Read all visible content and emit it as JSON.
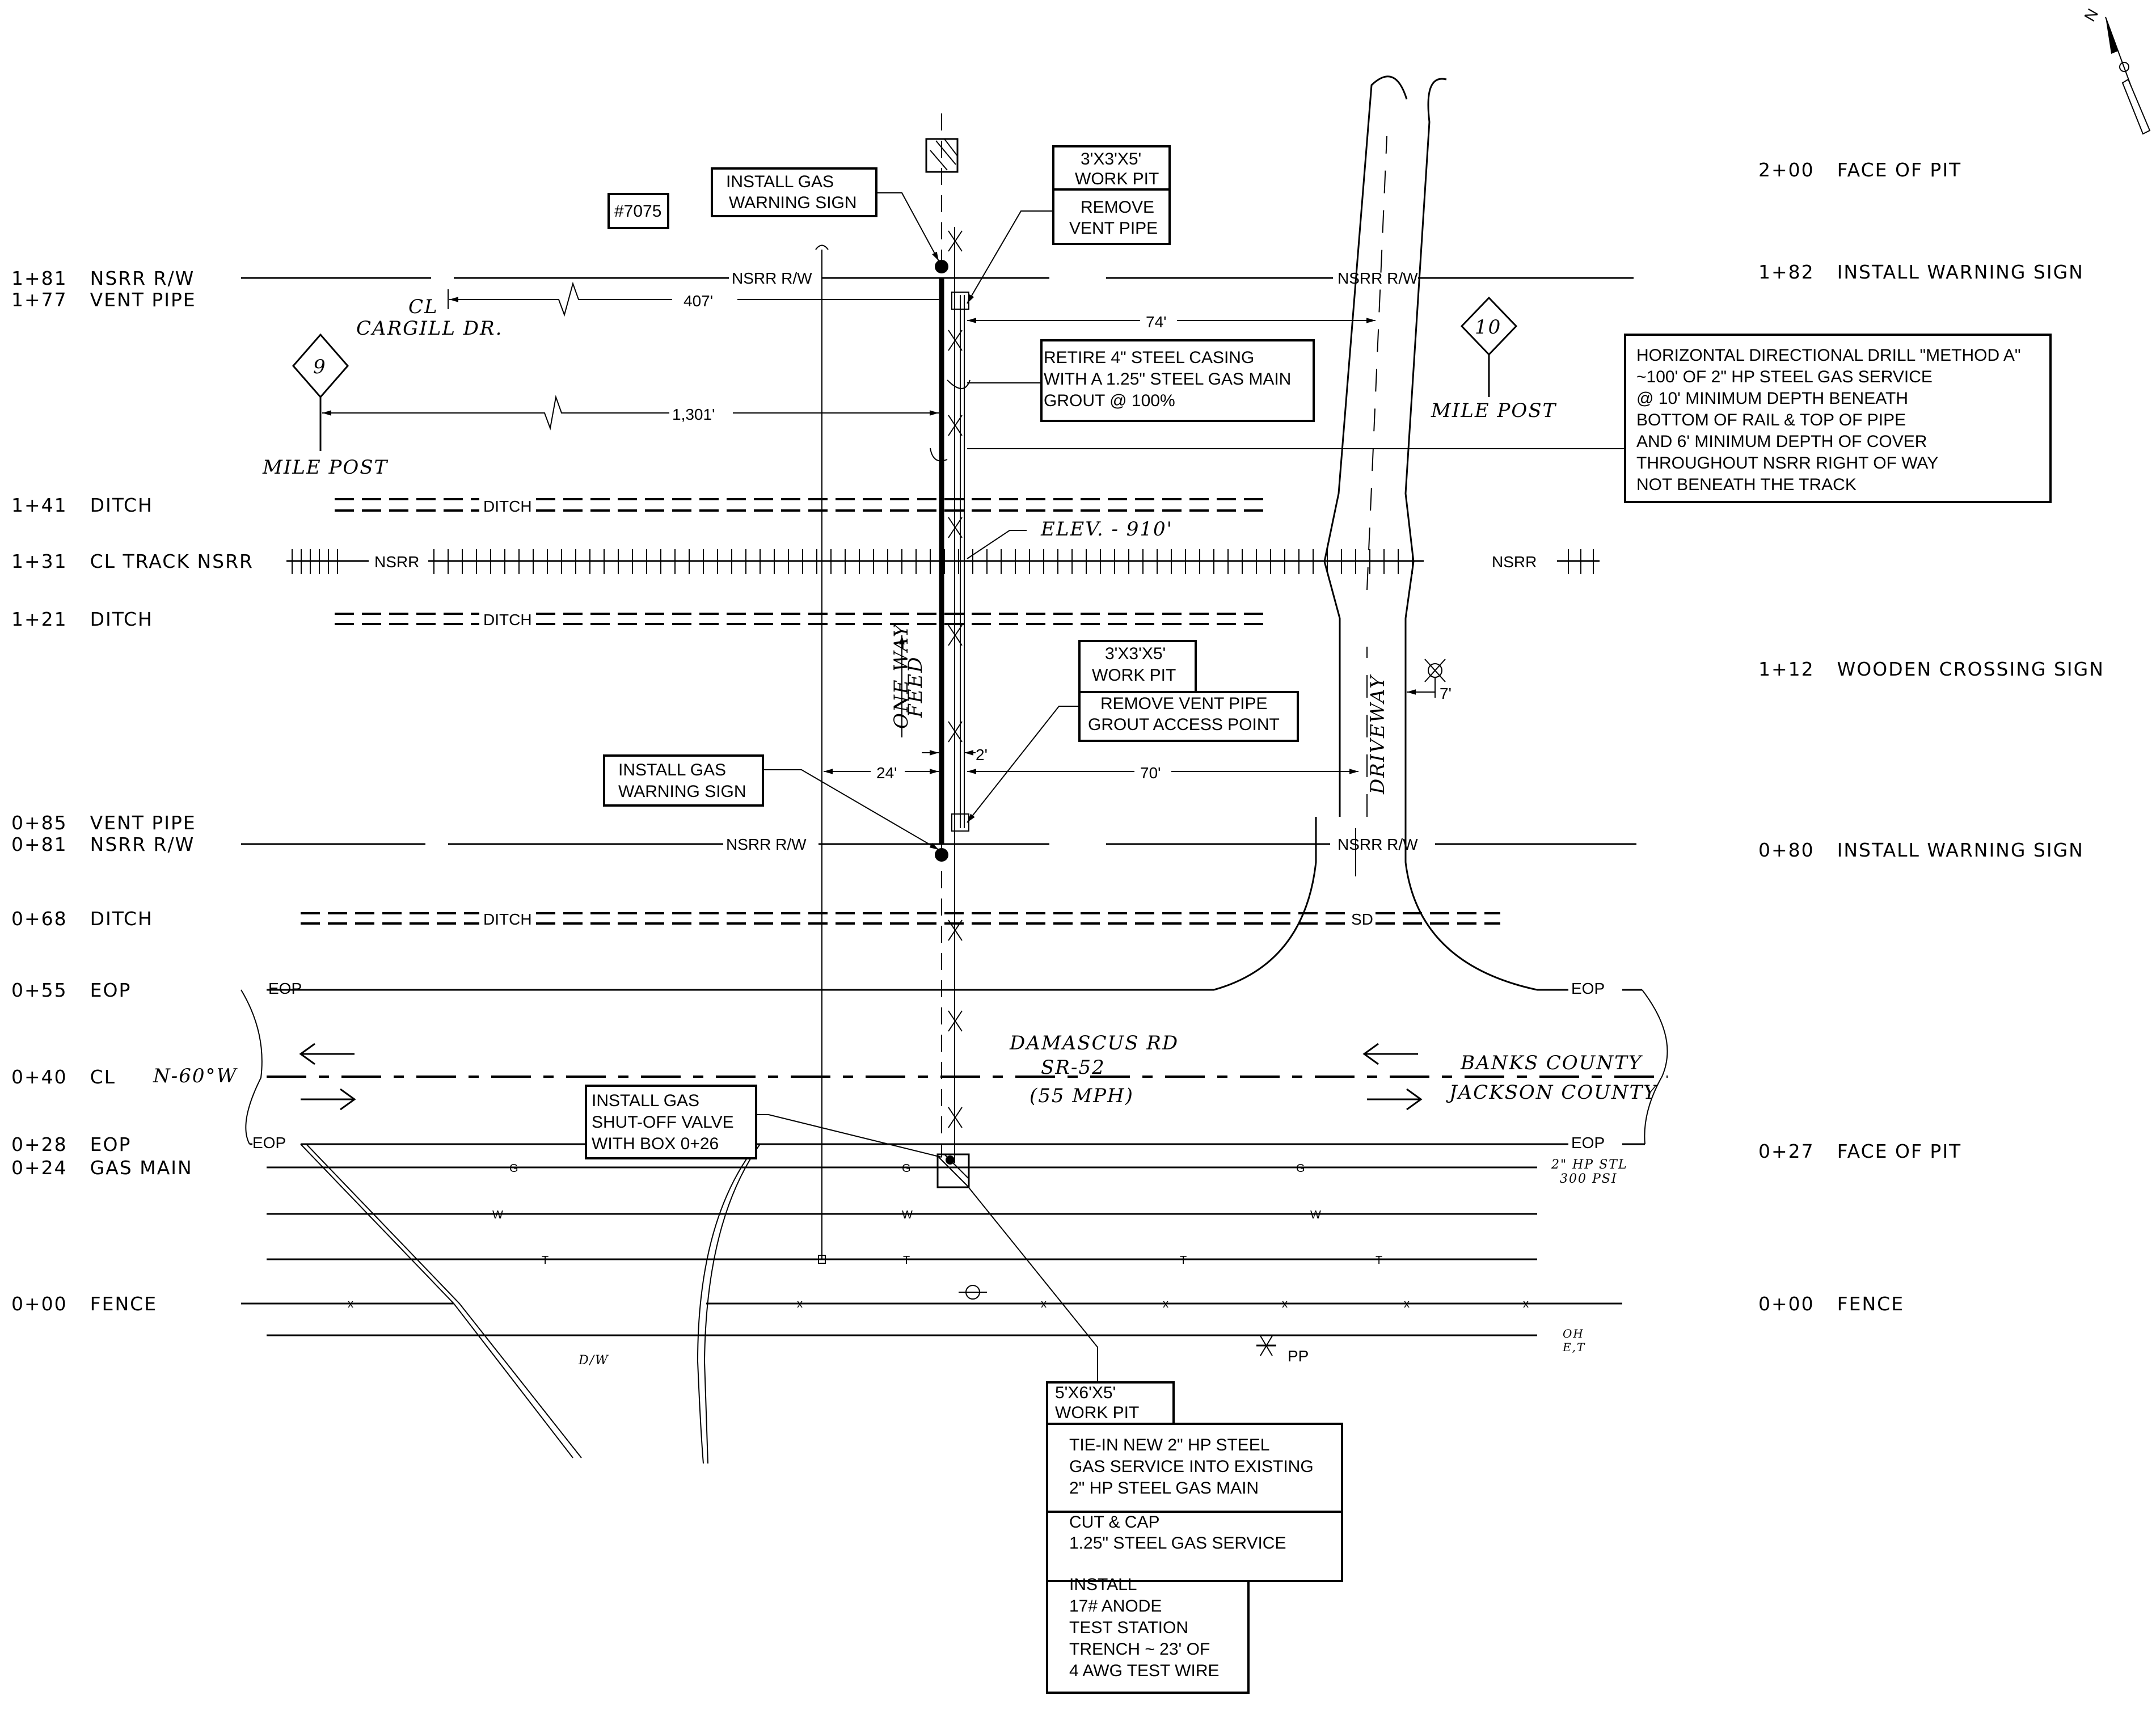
{
  "stations_left": [
    {
      "station": "1+81",
      "label": "NSRR R/W"
    },
    {
      "station": "1+77",
      "label": "VENT PIPE"
    },
    {
      "station": "1+41",
      "label": "DITCH"
    },
    {
      "station": "1+31",
      "label": "CL TRACK NSRR"
    },
    {
      "station": "1+21",
      "label": "DITCH"
    },
    {
      "station": "0+85",
      "label": "VENT PIPE"
    },
    {
      "station": "0+81",
      "label": "NSRR R/W"
    },
    {
      "station": "0+68",
      "label": "DITCH"
    },
    {
      "station": "0+55",
      "label": "EOP"
    },
    {
      "station": "0+40",
      "label": "CL"
    },
    {
      "station": "0+28",
      "label": "EOP"
    },
    {
      "station": "0+24",
      "label": "GAS MAIN"
    },
    {
      "station": "0+00",
      "label": "FENCE"
    }
  ],
  "stations_right": [
    {
      "station": "2+00",
      "label": "FACE OF PIT"
    },
    {
      "station": "1+82",
      "label": "INSTALL WARNING SIGN"
    },
    {
      "station": "1+12",
      "label": "WOODEN CROSSING SIGN"
    },
    {
      "station": "0+80",
      "label": "INSTALL WARNING SIGN"
    },
    {
      "station": "0+27",
      "label": "FACE OF PIT"
    },
    {
      "station": "0+00",
      "label": "FENCE"
    }
  ],
  "callouts": {
    "job_number": "#7075",
    "warning_sign_top": [
      "INSTALL GAS",
      "WARNING SIGN"
    ],
    "work_pit_top": [
      "3'X3'X5'",
      "WORK PIT"
    ],
    "remove_vent_top": [
      "REMOVE",
      "VENT PIPE"
    ],
    "retire_casing": [
      "RETIRE 4\" STEEL CASING",
      "WITH A 1.25\" STEEL GAS MAIN",
      "GROUT @ 100%"
    ],
    "hdd_note": [
      "HORIZONTAL DIRECTIONAL DRILL \"METHOD A\"",
      "~100' OF 2\" HP STEEL GAS SERVICE",
      "@ 10' MINIMUM DEPTH BENEATH",
      "BOTTOM OF RAIL & TOP OF PIPE",
      "AND 6' MINIMUM DEPTH OF COVER",
      "THROUGHOUT NSRR RIGHT OF WAY",
      "NOT BENEATH THE TRACK"
    ],
    "work_pit_mid": [
      "3'X3'X5'",
      "WORK PIT"
    ],
    "remove_vent_mid": [
      "REMOVE VENT PIPE",
      "GROUT ACCESS POINT"
    ],
    "warning_sign_bottom": [
      "INSTALL GAS",
      "WARNING SIGN"
    ],
    "shutoff_valve": [
      "INSTALL GAS",
      "SHUT-OFF VALVE",
      "WITH BOX 0+26"
    ],
    "work_pit_bottom": [
      "5'X6'X5'",
      "WORK PIT"
    ],
    "tie_in": [
      "TIE-IN NEW 2\" HP STEEL",
      "GAS SERVICE INTO EXISTING",
      "2\" HP STEEL GAS MAIN"
    ],
    "cut_cap": [
      "CUT & CAP",
      "1.25\" STEEL GAS SERVICE"
    ],
    "anode": [
      "INSTALL",
      "17# ANODE",
      "TEST STATION",
      "TRENCH ~ 23' OF",
      "4 AWG TEST WIRE"
    ]
  },
  "labels": {
    "nsrr_rw": "NSRR R/W",
    "nsrr": "NSRR",
    "ditch": "DITCH",
    "sd": "SD",
    "eop": "EOP",
    "cl": "CL",
    "cargill": "CARGILL DR.",
    "mile_post": "MILE POST",
    "mile_post_9": "9",
    "mile_post_10": "10",
    "elevation": "ELEV. - 910'",
    "one_way": "ONE WAY",
    "feed": "FEED",
    "driveway": "DRIVEWAY",
    "bearing": "N-60°W",
    "road_name": "DAMASCUS RD",
    "road_route": "SR-52",
    "road_speed": "(55 MPH)",
    "county_north": "BANKS COUNTY",
    "county_south": "JACKSON COUNTY",
    "gas_main_spec_1": "2\" HP STL",
    "gas_main_spec_2": "300 PSI",
    "oh_1": "OH",
    "oh_2": "E,T",
    "dw": "D/W",
    "pp": "PP",
    "north": "N",
    "utility_g": "G",
    "utility_w": "W",
    "utility_t": "T",
    "fence_x": "x"
  },
  "dimensions": {
    "to_cargill": "407'",
    "to_mile_post": "1,301'",
    "to_driveway_top": "74'",
    "offset_24": "24'",
    "offset_2": "2'",
    "to_driveway_bottom": "70'",
    "sign_offset": "7'"
  }
}
